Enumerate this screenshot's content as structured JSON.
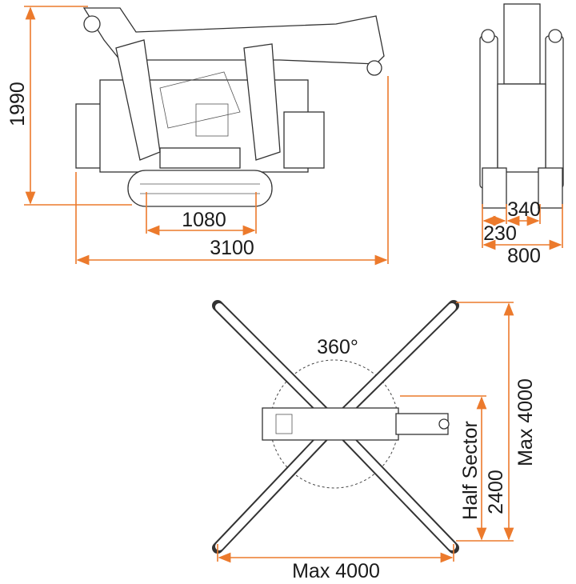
{
  "side_view": {
    "height_label": "1990",
    "track_length_label": "1080",
    "total_length_label": "3100"
  },
  "front_view": {
    "inner_label": "340",
    "track_width_label": "230",
    "total_width_label": "800"
  },
  "top_view": {
    "rotation_label": "360°",
    "span_horizontal_label": "Max 4000",
    "span_vertical_label": "Max 4000",
    "half_sector_label": "Half Sector",
    "half_sector_value": "2400"
  },
  "colors": {
    "dimension": "#ec7a2c",
    "line": "#333333"
  }
}
